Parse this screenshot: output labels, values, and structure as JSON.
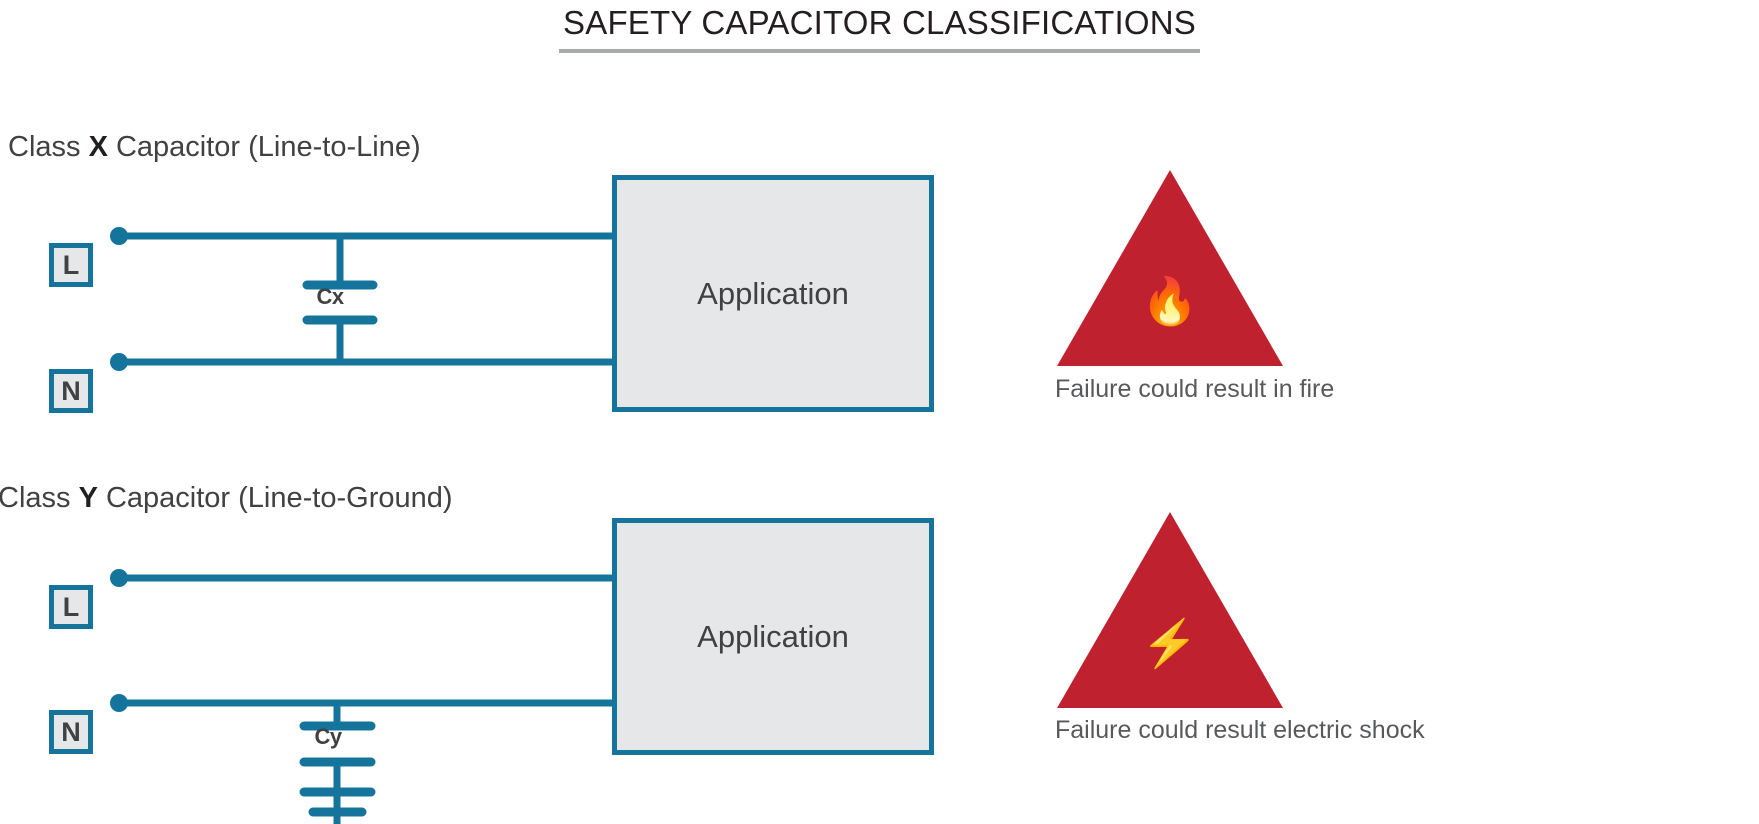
{
  "page": {
    "title": "SAFETY CAPACITOR CLASSIFICATIONS",
    "background": "#ffffff",
    "accent_blue": "#14749b",
    "block_fill": "#e6e7e8",
    "warning_red": "#c0212f",
    "text_gray": "#414042",
    "rule_gray": "#a7a9ac"
  },
  "sections": [
    {
      "id": "class-x",
      "heading_prefix": "Class ",
      "heading_class": "X",
      "heading_suffix": " Capacitor (Line-to-Line)",
      "heading_full": "Class X Capacitor (Line-to-Line)",
      "terminals": [
        {
          "label": "L",
          "name": "line"
        },
        {
          "label": "N",
          "name": "neutral"
        }
      ],
      "capacitor": {
        "label": "Cx",
        "placement": "line-to-line",
        "grounded": false
      },
      "block": {
        "label": "Application"
      },
      "warning": {
        "icon": "fire-icon",
        "glyph": "🔥",
        "caption": "Failure could result in fire",
        "color": "#c0212f"
      }
    },
    {
      "id": "class-y",
      "heading_prefix": "Class ",
      "heading_class": "Y",
      "heading_suffix": " Capacitor (Line-to-Ground)",
      "heading_full": "Class Y Capacitor (Line-to-Ground)",
      "terminals": [
        {
          "label": "L",
          "name": "line"
        },
        {
          "label": "N",
          "name": "neutral"
        }
      ],
      "capacitor": {
        "label": "Cy",
        "placement": "line-to-ground",
        "grounded": true
      },
      "block": {
        "label": "Application"
      },
      "warning": {
        "icon": "high-voltage-icon",
        "glyph": "⚡",
        "caption": "Failure could result electric shock",
        "color": "#c0212f"
      }
    }
  ]
}
